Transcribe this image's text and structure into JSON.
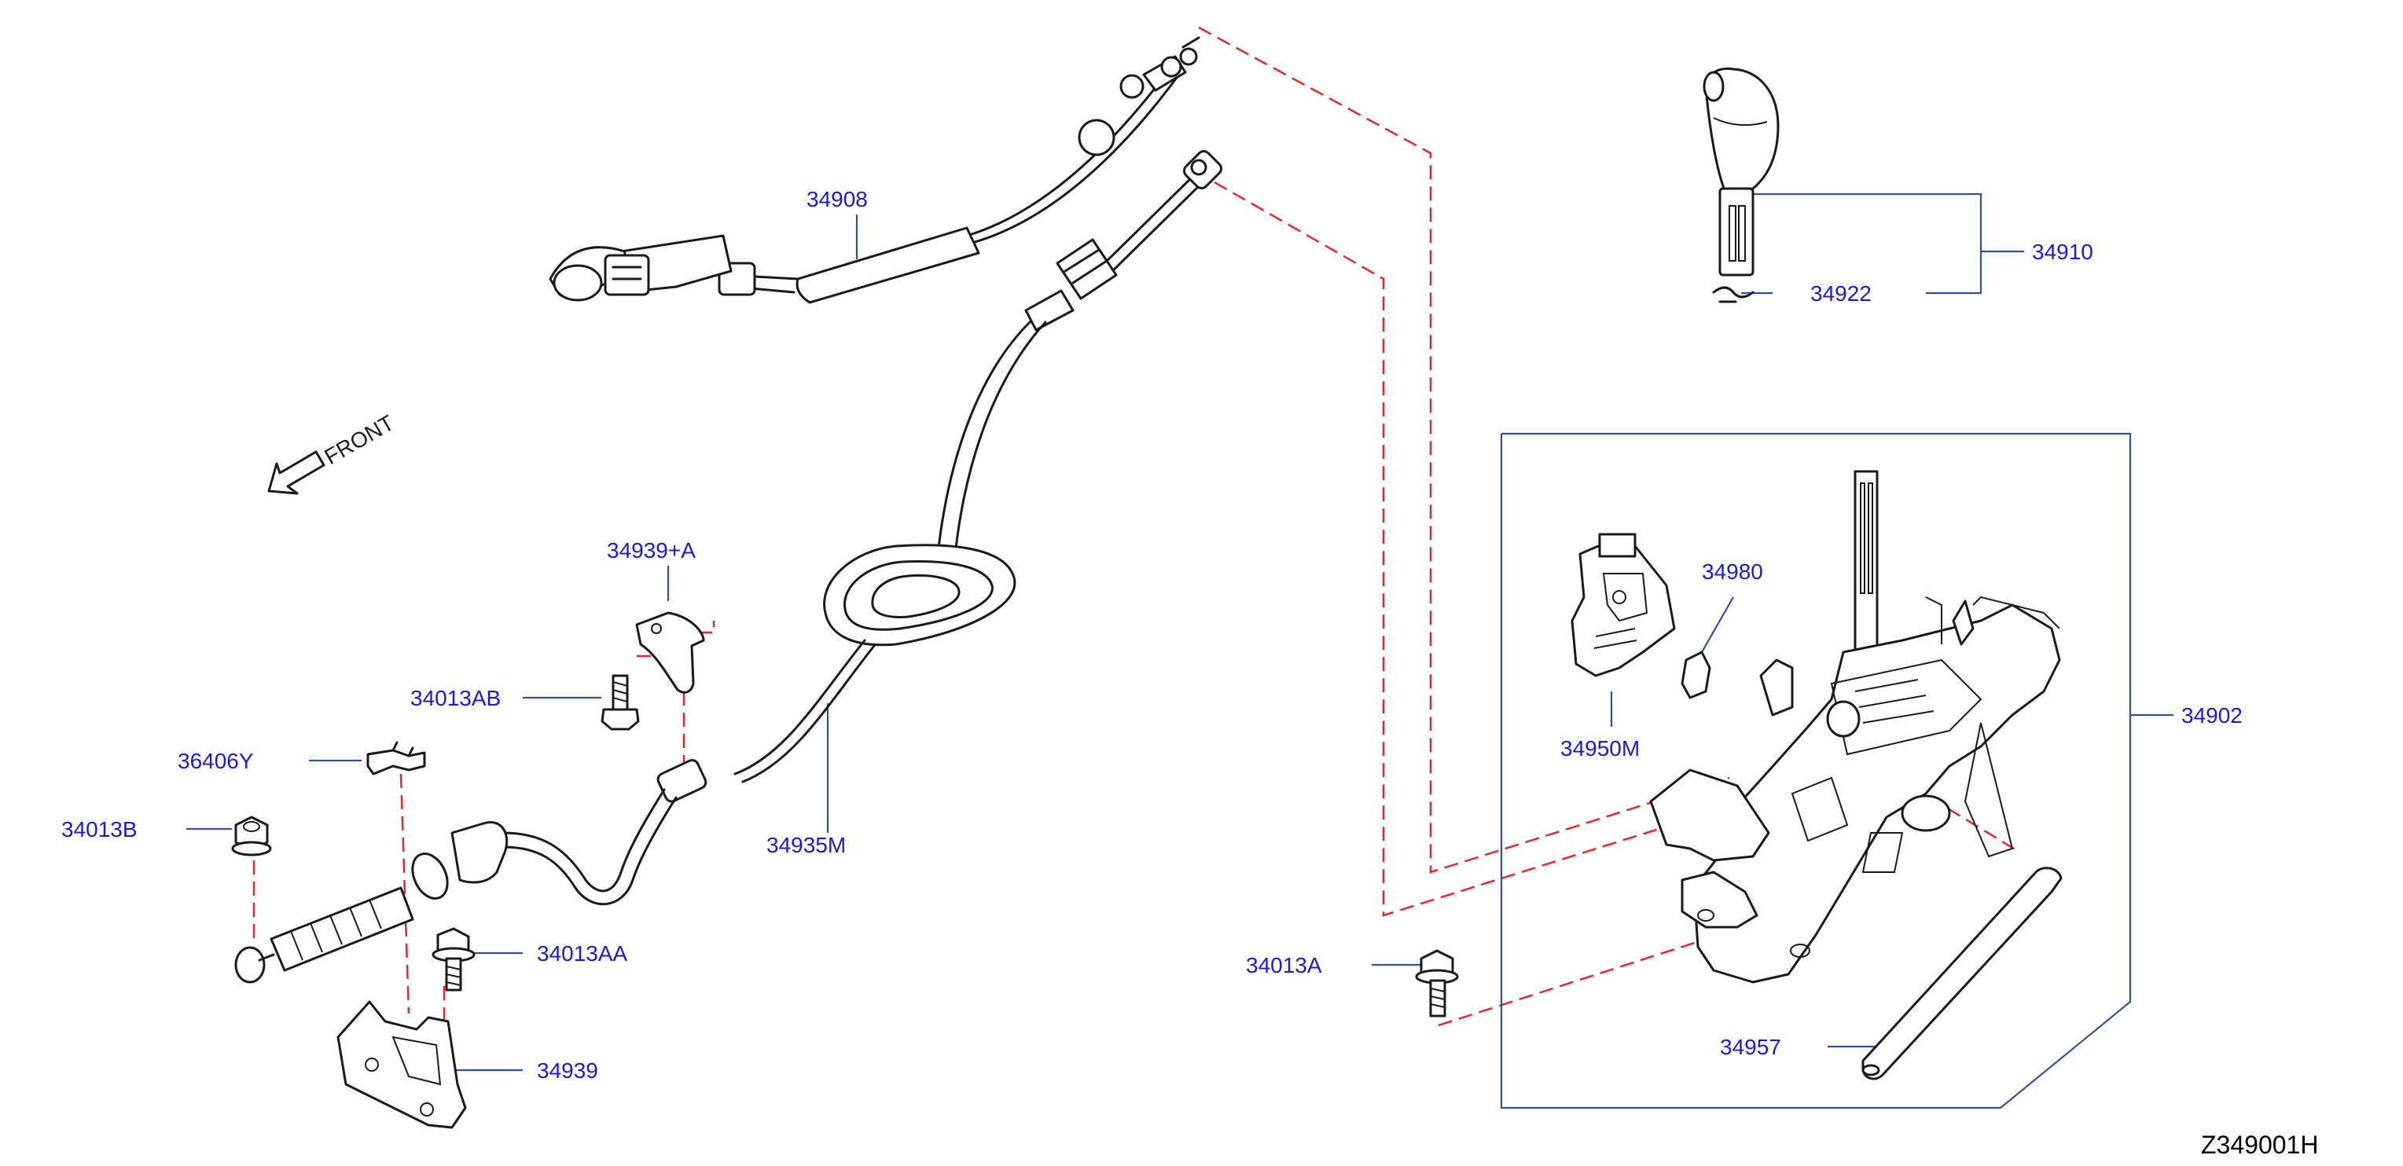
{
  "colors": {
    "label": "#1a1ad8",
    "leader": "#2f4fa8",
    "dash": "#e8262a",
    "outline": "#1a1a1a",
    "ref_code": "#000000"
  },
  "direction_label": "FRONT",
  "diagram_code": "Z349001H",
  "labels": {
    "p34908": "34908",
    "p34910": "34910",
    "p34922": "34922",
    "p34939A": "34939+A",
    "p34980": "34980",
    "p34013AB": "34013AB",
    "p36406Y": "36406Y",
    "p34013B": "34013B",
    "p34950M": "34950M",
    "p34902": "34902",
    "p34935M": "34935M",
    "p34013AA": "34013AA",
    "p34013A": "34013A",
    "p34939": "34939",
    "p34957": "34957"
  }
}
